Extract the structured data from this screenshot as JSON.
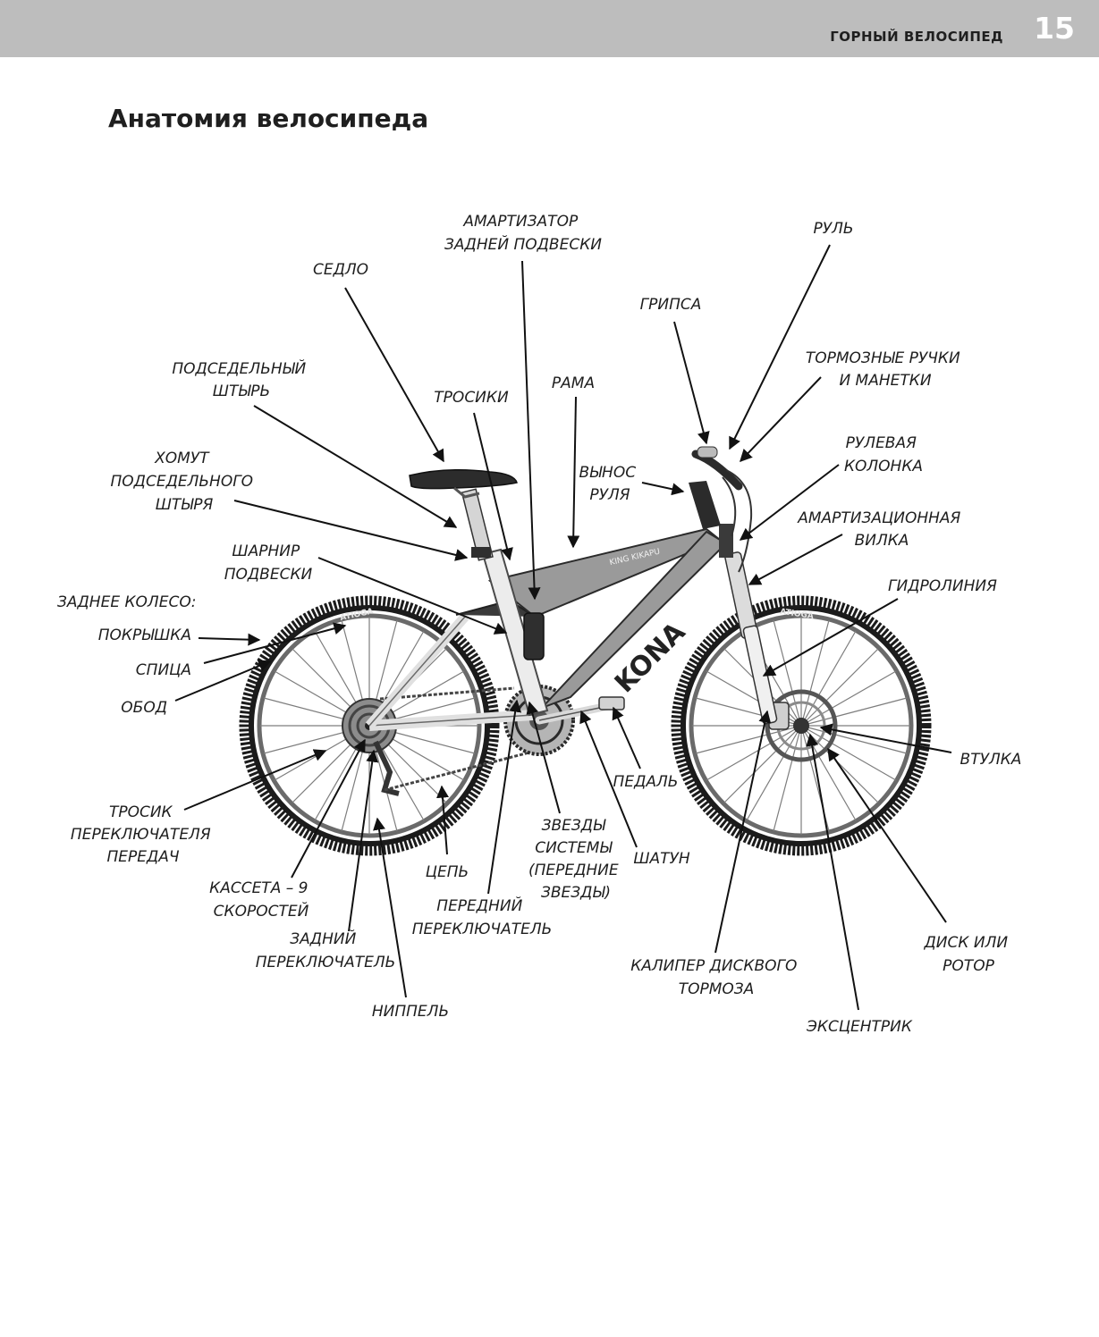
{
  "header": {
    "section_title": "ГОРНЫЙ ВЕЛОСИПЕД",
    "page_number": "15"
  },
  "page": {
    "title": "Анатомия велосипеда"
  },
  "figure": {
    "bike_brand": "KONA",
    "bike_model": "KING KIKAPU",
    "tire_brand": "ATIOGA",
    "labels": {
      "shock": [
        "АМАРТИЗАТОР",
        "ЗАДНЕЙ ПОДВЕСКИ"
      ],
      "handlebar": [
        "РУЛЬ"
      ],
      "saddle": [
        "СЕДЛО"
      ],
      "grip": [
        "ГРИПСА"
      ],
      "seatpost": [
        "ПОДСЕДЕЛЬНЫЙ",
        "ШТЫРЬ"
      ],
      "cables": [
        "ТРОСИКИ"
      ],
      "frame": [
        "РАМА"
      ],
      "brake_levers": [
        "ТОРМОЗНЫЕ РУЧКИ",
        "И МАНЕТКИ"
      ],
      "seat_clamp": [
        "ХОМУТ",
        "ПОДСЕДЕЛЬНОГО",
        "ШТЫРЯ"
      ],
      "headset": [
        "РУЛЕВАЯ",
        "КОЛОНКА"
      ],
      "stem": [
        "ВЫНОС",
        "РУЛЯ"
      ],
      "suspension_fork": [
        "АМАРТИЗАЦИОННАЯ",
        "ВИЛКА"
      ],
      "pivot": [
        "ШАРНИР",
        "ПОДВЕСКИ"
      ],
      "hydraulic_line": [
        "ГИДРОЛИНИЯ"
      ],
      "rear_wheel": [
        "ЗАДНЕЕ КОЛЕСО:"
      ],
      "tire": [
        "ПОКРЫШКА"
      ],
      "spoke": [
        "СПИЦА"
      ],
      "rim": [
        "ОБОД"
      ],
      "hub": [
        "ВТУЛКА"
      ],
      "pedal": [
        "ПЕДАЛЬ"
      ],
      "derailleur_cable": [
        "ТРОСИК",
        "ПЕРЕКЛЮЧАТЕЛЯ",
        "ПЕРЕДАЧ"
      ],
      "chainrings": [
        "ЗВЕЗДЫ",
        "СИСТЕМЫ",
        "(ПЕРЕДНИЕ",
        "ЗВЕЗДЫ)"
      ],
      "crank": [
        "ШАТУН"
      ],
      "chain": [
        "ЦЕПЬ"
      ],
      "cassette": [
        "КАССЕТА – 9",
        "СКОРОСТЕЙ"
      ],
      "front_derailleur": [
        "ПЕРЕДНИЙ",
        "ПЕРЕКЛЮЧАТЕЛЬ"
      ],
      "rear_derailleur": [
        "ЗАДНИЙ",
        "ПЕРЕКЛЮЧАТЕЛЬ"
      ],
      "rotor": [
        "ДИСК ИЛИ",
        "РОТОР"
      ],
      "caliper": [
        "КАЛИПЕР ДИСКВОГО",
        "ТОРМОЗА"
      ],
      "nipple": [
        "НИППЕЛЬ"
      ],
      "quick_release": [
        "ЭКСЦЕНТРИК"
      ]
    }
  }
}
